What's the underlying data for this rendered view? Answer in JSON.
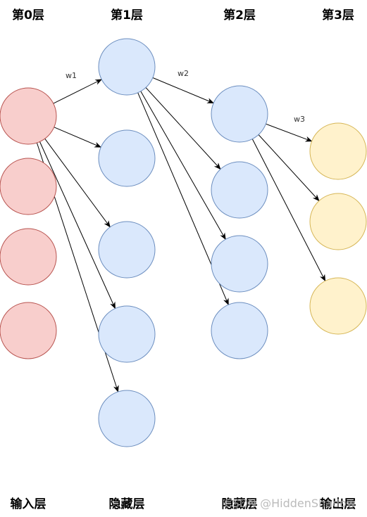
{
  "layers": [
    {
      "title": "第0层",
      "caption": "输入层",
      "node_count": 4,
      "fill": "#f8cecc",
      "stroke": "#b85450"
    },
    {
      "title": "第1层",
      "caption": "隐藏层",
      "node_count": 5,
      "fill": "#dae8fc",
      "stroke": "#6c8ebf"
    },
    {
      "title": "第2层",
      "caption": "隐藏层",
      "node_count": 4,
      "fill": "#dae8fc",
      "stroke": "#6c8ebf"
    },
    {
      "title": "第3层",
      "caption": "输出层",
      "node_count": 3,
      "fill": "#fff2cc",
      "stroke": "#d6b656"
    }
  ],
  "weights": [
    "w1",
    "w2",
    "w3"
  ],
  "edges": [
    {
      "from": [
        0,
        0
      ],
      "to": [
        1,
        0
      ]
    },
    {
      "from": [
        0,
        0
      ],
      "to": [
        1,
        1
      ]
    },
    {
      "from": [
        0,
        0
      ],
      "to": [
        1,
        2
      ]
    },
    {
      "from": [
        0,
        0
      ],
      "to": [
        1,
        3
      ]
    },
    {
      "from": [
        0,
        0
      ],
      "to": [
        1,
        4
      ]
    },
    {
      "from": [
        1,
        0
      ],
      "to": [
        2,
        0
      ]
    },
    {
      "from": [
        1,
        0
      ],
      "to": [
        2,
        1
      ]
    },
    {
      "from": [
        1,
        0
      ],
      "to": [
        2,
        2
      ]
    },
    {
      "from": [
        1,
        0
      ],
      "to": [
        2,
        3
      ]
    },
    {
      "from": [
        2,
        0
      ],
      "to": [
        3,
        0
      ]
    },
    {
      "from": [
        2,
        0
      ],
      "to": [
        3,
        1
      ]
    },
    {
      "from": [
        2,
        0
      ],
      "to": [
        3,
        2
      ]
    }
  ],
  "watermark": "CSDN @HiddenShadow"
}
